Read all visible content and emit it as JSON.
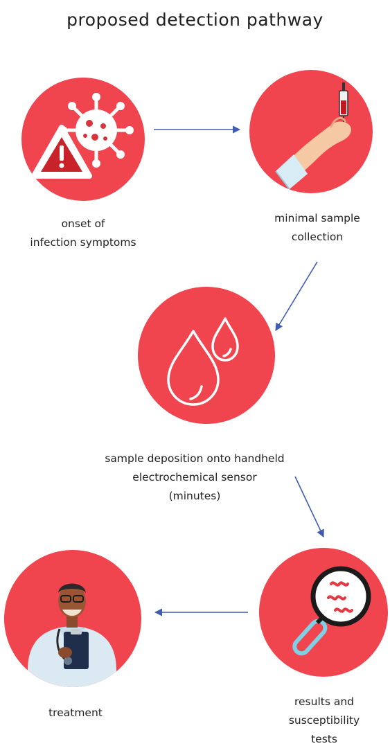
{
  "title": "proposed detection pathway",
  "steps": [
    {
      "lines": [
        "onset of",
        "infection symptoms"
      ],
      "icon": "virus-warning-icon"
    },
    {
      "lines": [
        "minimal sample",
        "collection"
      ],
      "icon": "hand-syringe-icon"
    },
    {
      "lines": [
        "sample deposition onto handheld",
        "electrochemical sensor",
        "(minutes)"
      ],
      "icon": "droplets-icon"
    },
    {
      "lines": [
        "results and",
        "susceptibility",
        "tests"
      ],
      "icon": "magnifier-bacteria-icon"
    },
    {
      "lines": [
        "treatment"
      ],
      "icon": "doctor-icon"
    }
  ],
  "colors": {
    "circle": "#f0454f",
    "arrow": "#3f5cb0",
    "text": "#222222"
  }
}
